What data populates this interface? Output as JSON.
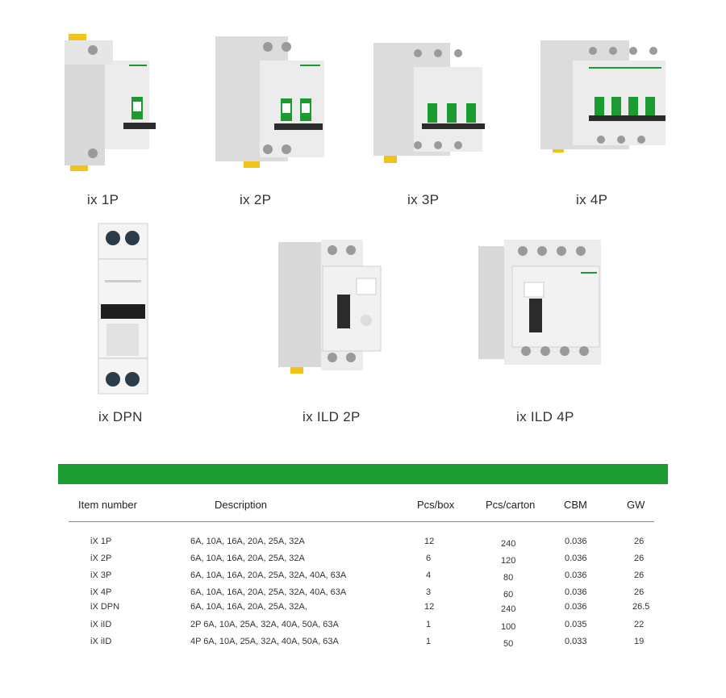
{
  "colors": {
    "accent_green": "#1c9b33",
    "breaker_body": "#e4e4e4",
    "handle": "#2b2b2b",
    "terminal_yellow": "#f2c318"
  },
  "products": [
    {
      "caption": "ix 1P",
      "icon": "mcb-1p-icon"
    },
    {
      "caption": "ix 2P",
      "icon": "mcb-2p-icon"
    },
    {
      "caption": "ix 3P",
      "icon": "mcb-3p-icon"
    },
    {
      "caption": "ix 4P",
      "icon": "mcb-4p-icon"
    },
    {
      "caption": "ix DPN",
      "icon": "dpn-breaker-icon"
    },
    {
      "caption": "ix ILD 2P",
      "icon": "rcd-2p-icon"
    },
    {
      "caption": "ix ILD 4P",
      "icon": "rcd-4p-icon"
    }
  ],
  "table": {
    "headers": [
      "Item number",
      "Description",
      "Pcs/box",
      "Pcs/carton",
      "CBM",
      "GW"
    ],
    "rows": [
      [
        "iX 1P",
        "6A, 10A, 16A, 20A, 25A, 32A",
        "12",
        "240",
        "0.036",
        "26"
      ],
      [
        "iX 2P",
        "6A, 10A, 16A, 20A, 25A, 32A",
        "6",
        "120",
        "0.036",
        "26"
      ],
      [
        "iX 3P",
        "6A, 10A, 16A, 20A, 25A, 32A, 40A, 63A",
        "4",
        "80",
        "0.036",
        "26"
      ],
      [
        "iX 4P",
        "6A, 10A, 16A, 20A, 25A, 32A, 40A, 63A",
        "3",
        "60",
        "0.036",
        "26"
      ],
      [
        "iX DPN",
        "6A, 10A, 16A, 20A, 25A, 32A,",
        "12",
        "240",
        "0.036",
        "26.5"
      ],
      [
        "iX iID",
        "2P 6A, 10A, 25A, 32A, 40A, 50A, 63A",
        "1",
        "100",
        "0.035",
        "22"
      ],
      [
        "iX iID",
        "4P 6A, 10A, 25A, 32A, 40A, 50A, 63A",
        "1",
        "50",
        "0.033",
        "19"
      ]
    ]
  }
}
